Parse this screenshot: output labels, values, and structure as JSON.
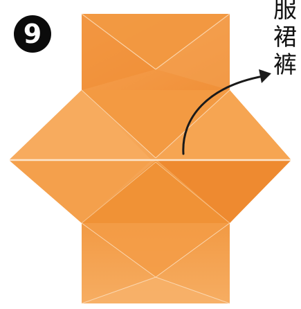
{
  "step": {
    "number": "9"
  },
  "instruction": {
    "lines": [
      "服",
      "裙",
      "裤"
    ]
  },
  "palette": {
    "paper_light": "#f7a85c",
    "paper_mid": "#f29a44",
    "paper_dark": "#e8822a",
    "crease": "#fbe3c8",
    "arrow": "#1a1a1a",
    "badge": "#0b0b0b"
  },
  "icons": {
    "arrow": "curved-arrow-icon"
  }
}
